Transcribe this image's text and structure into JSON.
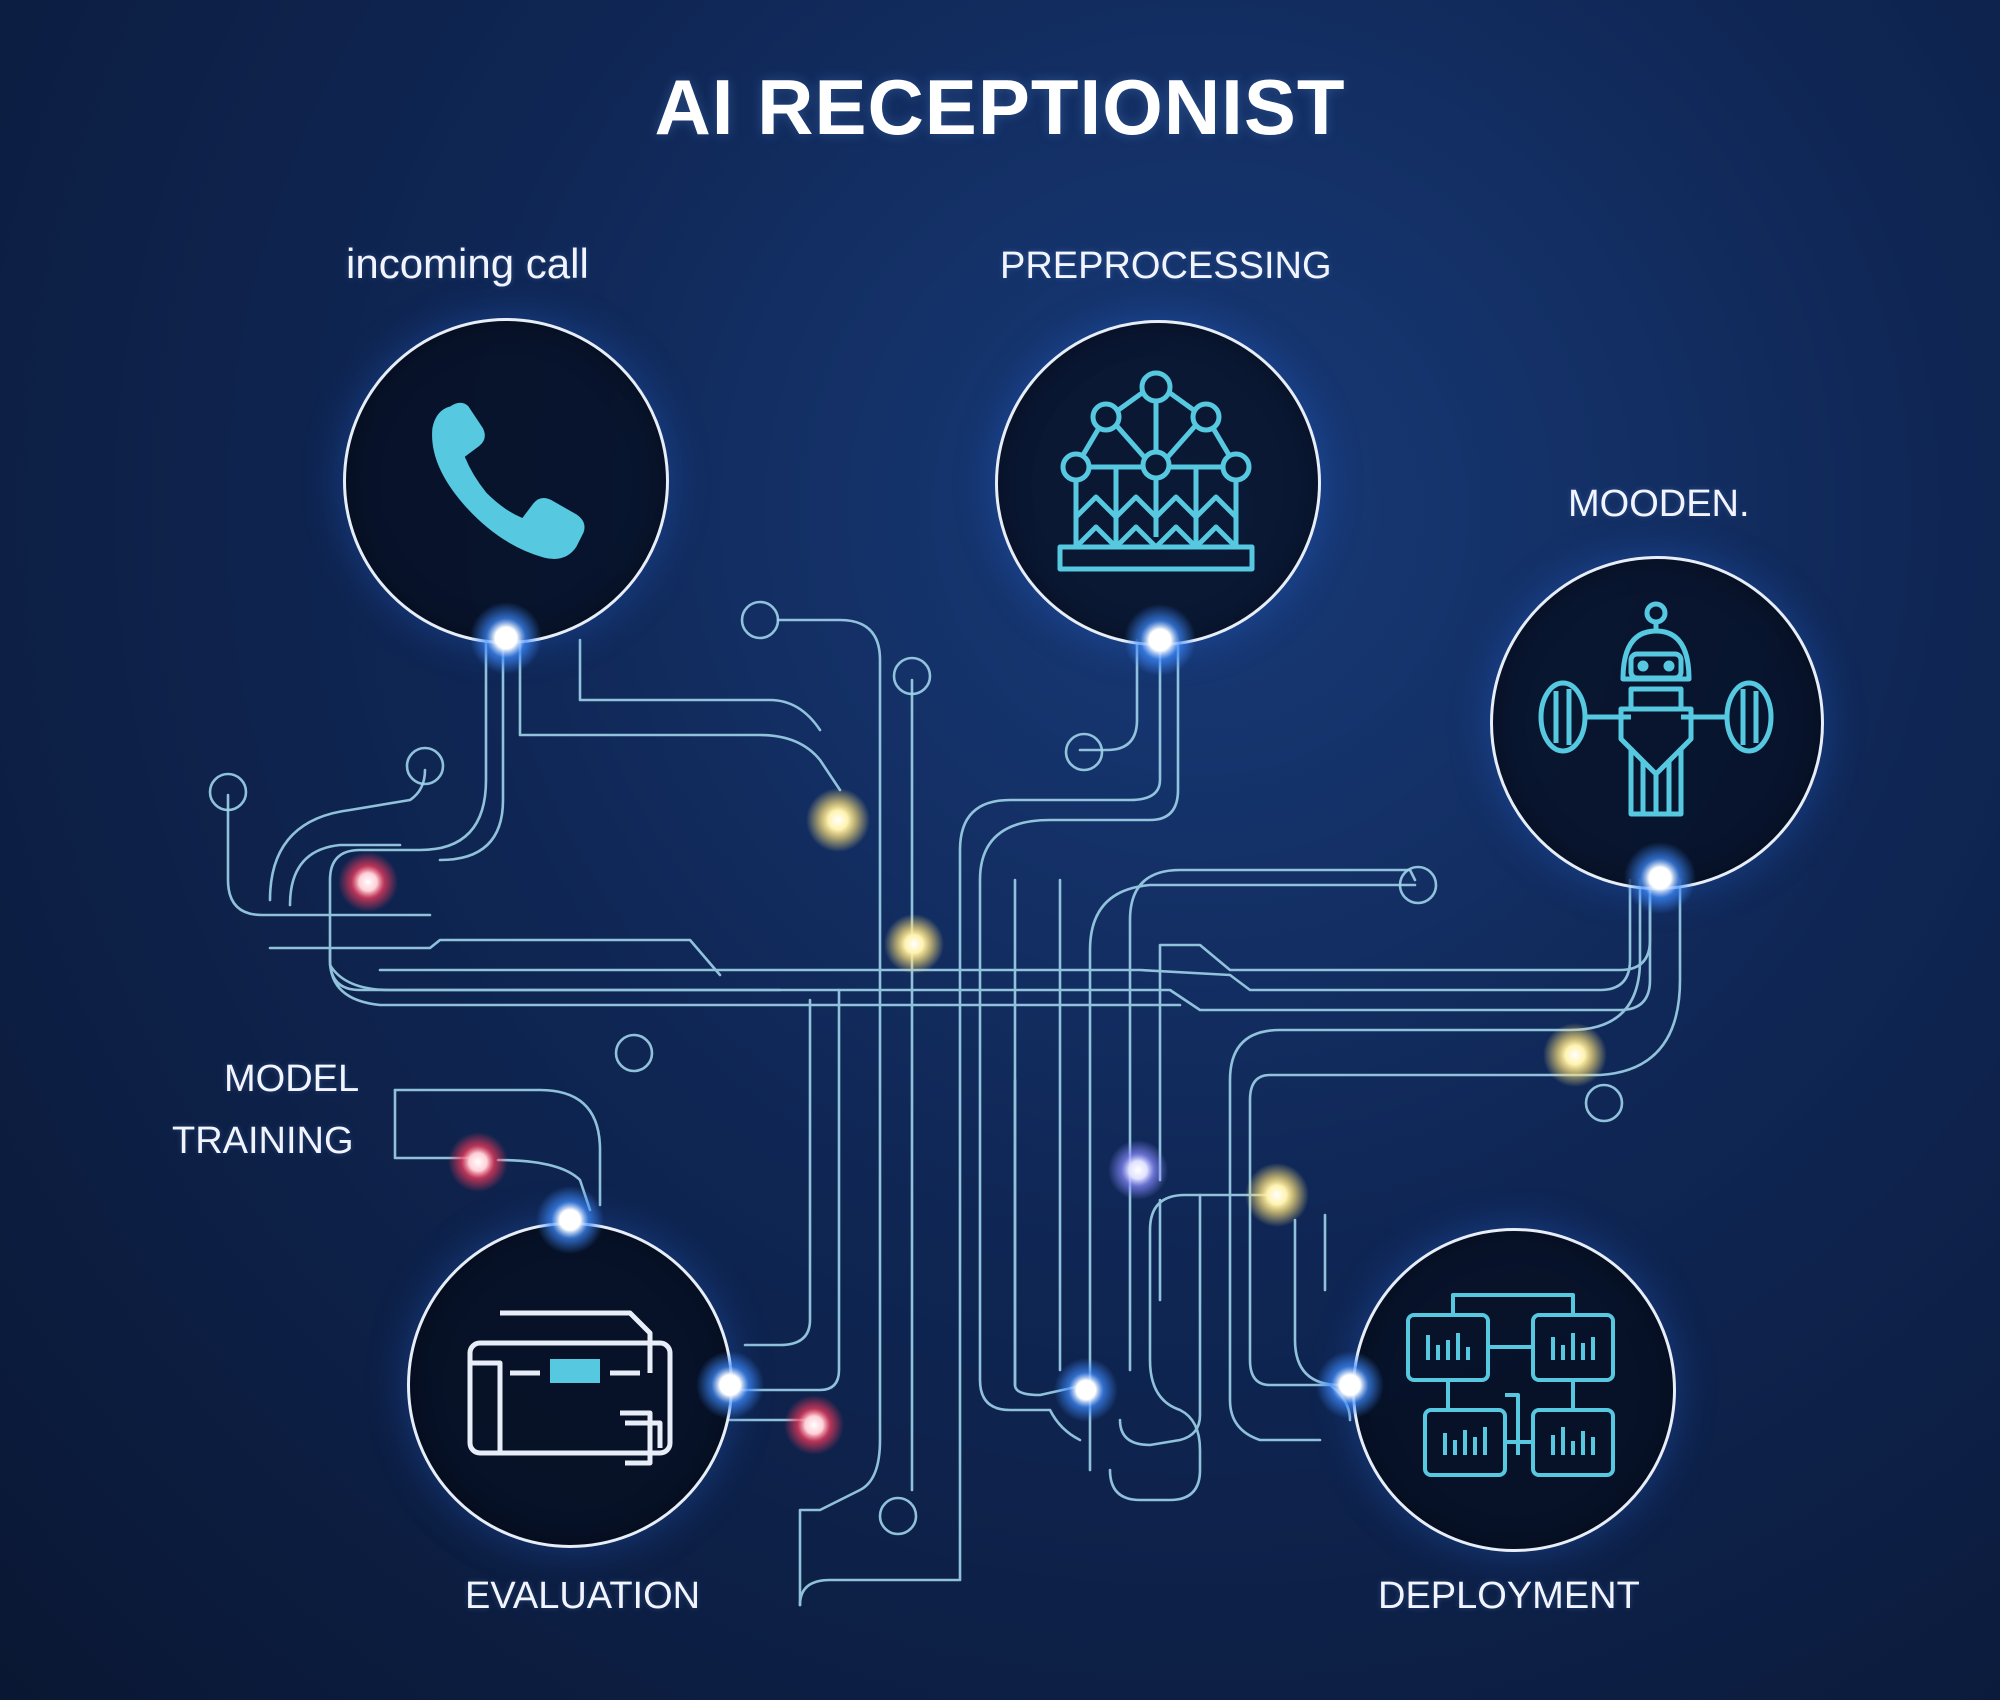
{
  "title": "AI RECEPTIONIST",
  "nodes": {
    "incoming_call": {
      "label": "incoming call",
      "icon": "phone-icon"
    },
    "preprocessing": {
      "label": "PREPROCESSING",
      "icon": "network-icon"
    },
    "model": {
      "label": "MOODEN.",
      "icon": "robot-icon"
    },
    "model_training": {
      "label_line1": "MODEL",
      "label_line2": "TRAINING"
    },
    "evaluation": {
      "label": "EVALUATION",
      "icon": "printer-icon"
    },
    "deployment": {
      "label": "DEPLOYMENT",
      "icon": "dashboard-grid-icon"
    }
  },
  "colors": {
    "background": "#0f2654",
    "circuit_line": "#9fd3ea",
    "icon": "#56c8e0",
    "glow_white": "#ffffff",
    "glow_blue": "#3f8cff",
    "glow_yellow": "#ffe27a",
    "glow_red": "#ff3b5c",
    "glow_violet": "#8a8cff"
  }
}
